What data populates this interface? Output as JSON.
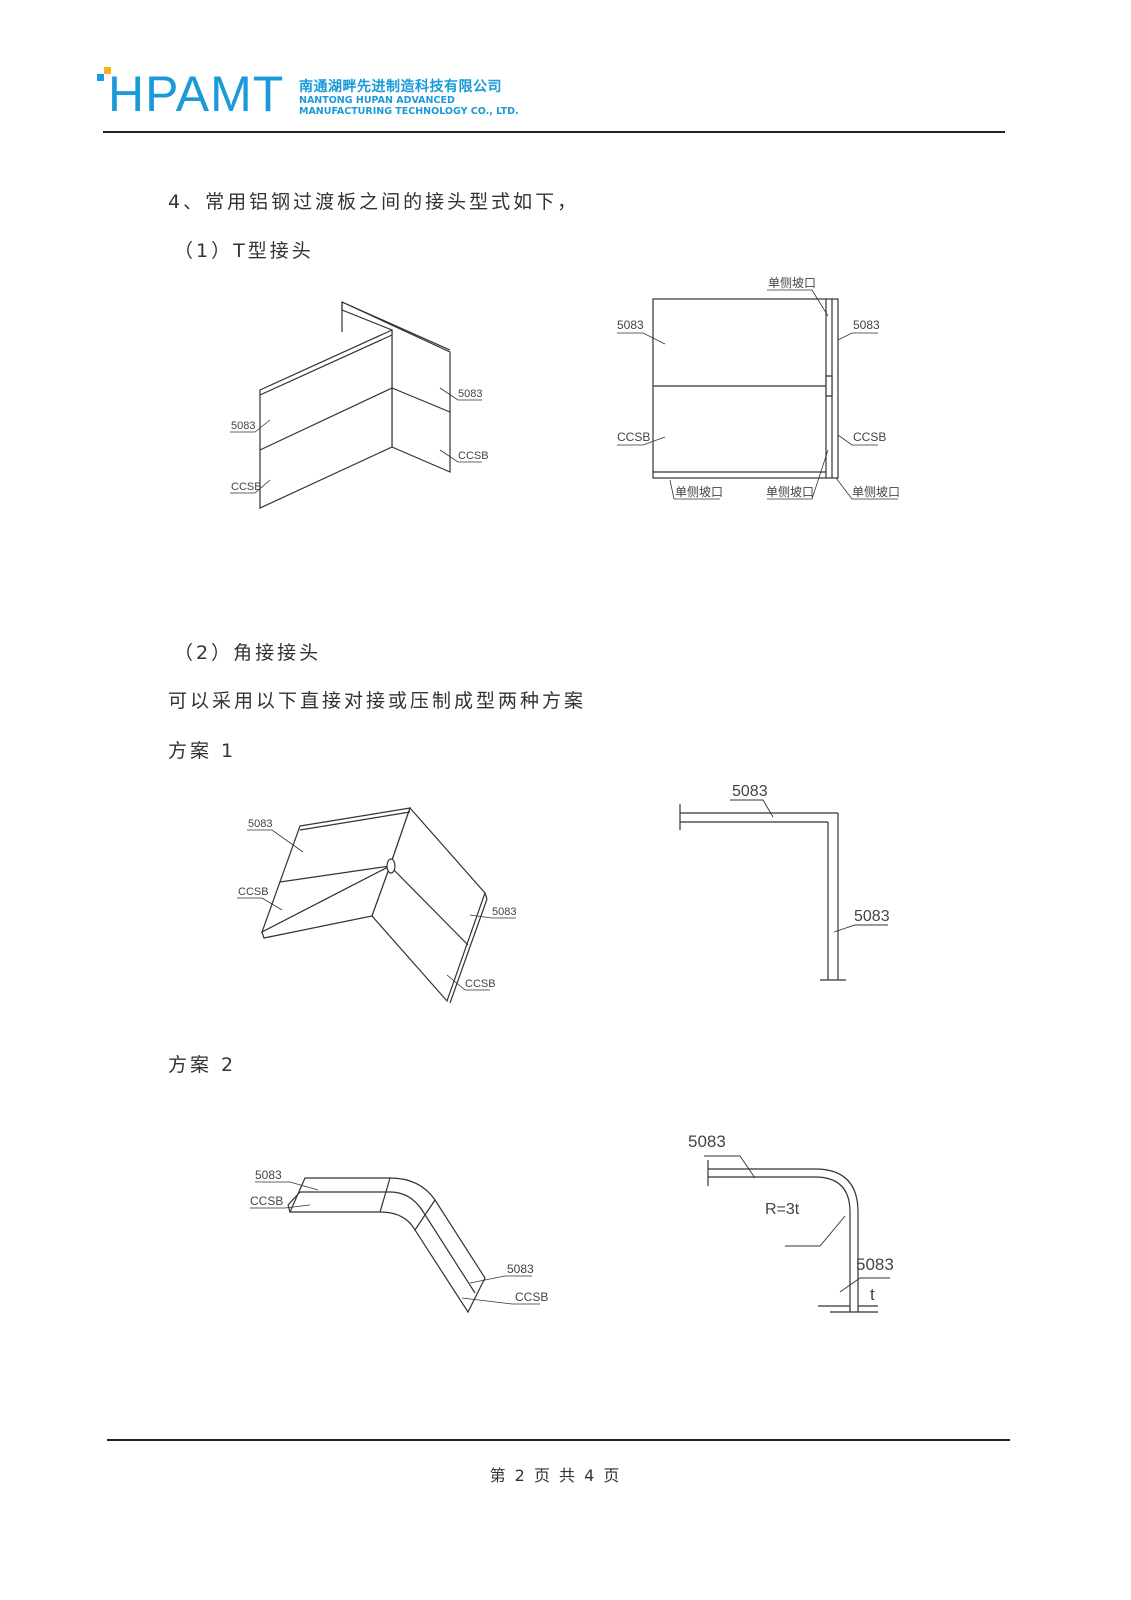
{
  "header": {
    "logo": "HPAMT",
    "company_cn": "南通湖畔先进制造科技有限公司",
    "company_en_line1": "NANTONG HUPAN ADVANCED",
    "company_en_line2": "MANUFACTURING TECHNOLOGY CO., LTD.",
    "brand_color": "#1a9ad8",
    "accent_color": "#f5b31a"
  },
  "body": {
    "heading": "4、常用铝钢过渡板之间的接头型式如下，",
    "section1": "（1）T型接头",
    "section2": "（2）角接接头",
    "intro2": "可以采用以下直接对接或压制成型两种方案",
    "scheme1": "方案 1",
    "scheme2": "方案 2"
  },
  "figures": {
    "t_iso": {
      "label_top": "5083",
      "label_bottom": "CCSB",
      "label_right_top": "5083",
      "label_right_bottom": "CCSB"
    },
    "t_front": {
      "bevel_top": "单侧坡口",
      "left_top": "5083",
      "left_bottom": "CCSB",
      "right_top": "5083",
      "right_bottom": "CCSB",
      "bevel_bottom_left": "单侧坡口",
      "bevel_bottom_mid": "单侧坡口",
      "bevel_bottom_right": "单侧坡口"
    },
    "s1_iso": {
      "left_top": "5083",
      "left_bottom": "CCSB",
      "right_top": "5083",
      "right_bottom": "CCSB"
    },
    "s1_section": {
      "top": "5083",
      "side": "5083"
    },
    "s2_iso": {
      "left_top": "5083",
      "left_bottom": "CCSB",
      "right_top": "5083",
      "right_bottom": "CCSB"
    },
    "s2_section": {
      "top": "5083",
      "radius": "R=3t",
      "side": "5083",
      "thickness": "t"
    }
  },
  "footer": {
    "page_text": "第 2 页 共 4 页"
  }
}
